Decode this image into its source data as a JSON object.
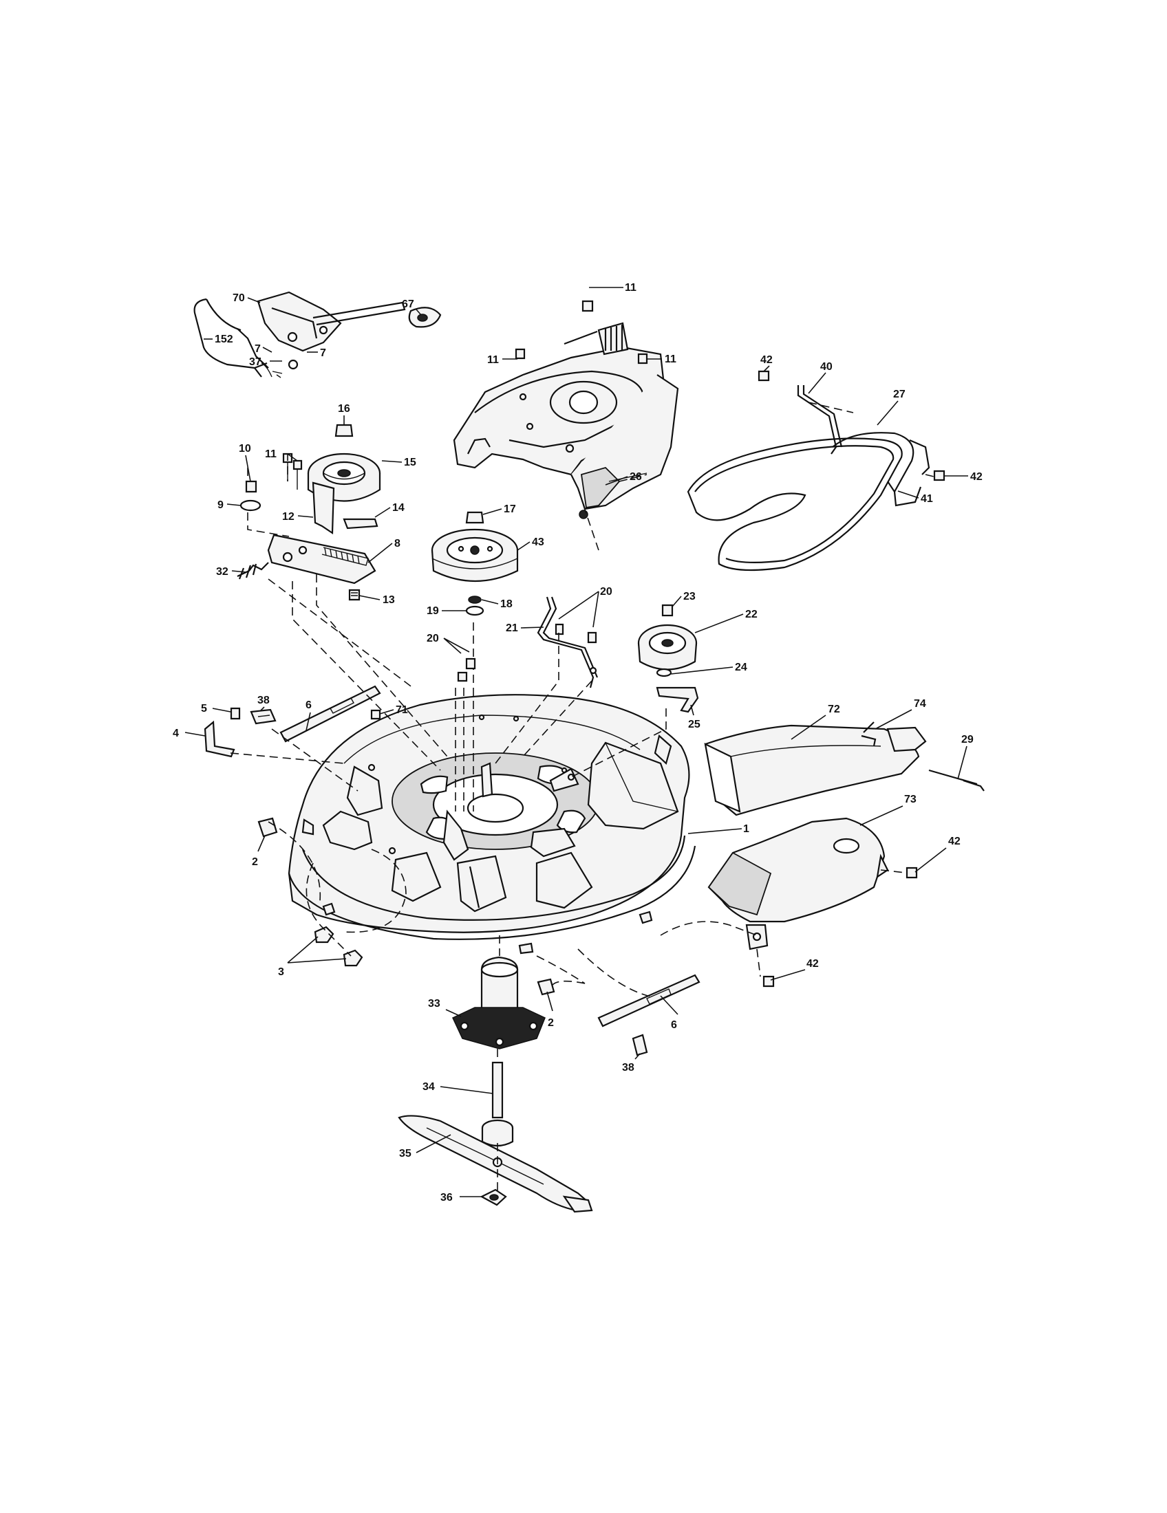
{
  "diagram": {
    "callouts": [
      {
        "id": "70",
        "text": "70"
      },
      {
        "id": "67",
        "text": "67"
      },
      {
        "id": "7a",
        "text": "7"
      },
      {
        "id": "7b",
        "text": "7"
      },
      {
        "id": "152",
        "text": "152"
      },
      {
        "id": "37",
        "text": "37"
      },
      {
        "id": "11a",
        "text": "11"
      },
      {
        "id": "11b",
        "text": "11"
      },
      {
        "id": "11c",
        "text": "11"
      },
      {
        "id": "11d",
        "text": "11"
      },
      {
        "id": "42a",
        "text": "42"
      },
      {
        "id": "40",
        "text": "40"
      },
      {
        "id": "27",
        "text": "27"
      },
      {
        "id": "42b",
        "text": "42"
      },
      {
        "id": "41",
        "text": "41"
      },
      {
        "id": "16",
        "text": "16"
      },
      {
        "id": "15",
        "text": "15"
      },
      {
        "id": "10",
        "text": "10"
      },
      {
        "id": "9",
        "text": "9"
      },
      {
        "id": "12",
        "text": "12"
      },
      {
        "id": "14",
        "text": "14"
      },
      {
        "id": "26",
        "text": "26"
      },
      {
        "id": "17",
        "text": "17"
      },
      {
        "id": "43",
        "text": "43"
      },
      {
        "id": "8",
        "text": "8"
      },
      {
        "id": "32",
        "text": "32"
      },
      {
        "id": "13",
        "text": "13"
      },
      {
        "id": "18",
        "text": "18"
      },
      {
        "id": "19",
        "text": "19"
      },
      {
        "id": "20a",
        "text": "20"
      },
      {
        "id": "20b",
        "text": "20"
      },
      {
        "id": "21",
        "text": "21"
      },
      {
        "id": "23",
        "text": "23"
      },
      {
        "id": "22",
        "text": "22"
      },
      {
        "id": "24",
        "text": "24"
      },
      {
        "id": "25",
        "text": "25"
      },
      {
        "id": "5",
        "text": "5"
      },
      {
        "id": "38a",
        "text": "38"
      },
      {
        "id": "6a",
        "text": "6"
      },
      {
        "id": "71",
        "text": "71"
      },
      {
        "id": "4",
        "text": "4"
      },
      {
        "id": "72",
        "text": "72"
      },
      {
        "id": "74",
        "text": "74"
      },
      {
        "id": "29",
        "text": "29"
      },
      {
        "id": "1",
        "text": "1"
      },
      {
        "id": "73",
        "text": "73"
      },
      {
        "id": "2a",
        "text": "2"
      },
      {
        "id": "42c",
        "text": "42"
      },
      {
        "id": "3",
        "text": "3"
      },
      {
        "id": "42d",
        "text": "42"
      },
      {
        "id": "33",
        "text": "33"
      },
      {
        "id": "2b",
        "text": "2"
      },
      {
        "id": "6b",
        "text": "6"
      },
      {
        "id": "38b",
        "text": "38"
      },
      {
        "id": "34",
        "text": "34"
      },
      {
        "id": "35",
        "text": "35"
      },
      {
        "id": "36",
        "text": "36"
      }
    ]
  }
}
